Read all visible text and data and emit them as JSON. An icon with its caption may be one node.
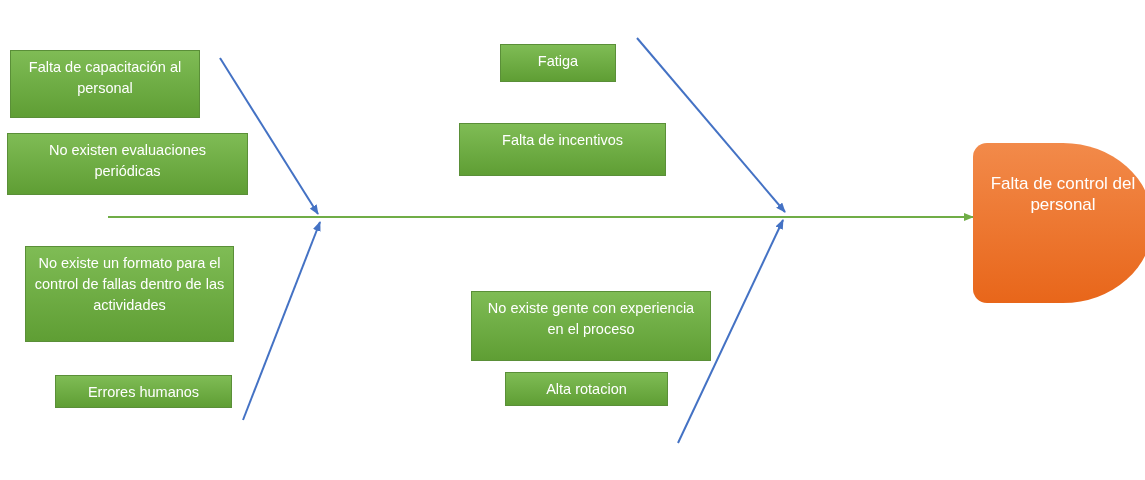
{
  "diagram": {
    "nodes": [
      {
        "text": [
          "Falta de capacitación al personal"
        ]
      },
      {
        "text": [
          "No existen evaluaciones periódicas"
        ]
      },
      {
        "text": [
          "No existe un formato para el control de fallas dentro de las actividades"
        ]
      },
      {
        "text": [
          "Errores humanos"
        ]
      },
      {
        "text": [
          "Fatiga"
        ]
      },
      {
        "text": [
          "Falta de incentivos"
        ]
      },
      {
        "text": [
          "No existe gente con experiencia en el proceso"
        ]
      },
      {
        "text": [
          "Alta rotacion"
        ]
      },
      {
        "text": [
          "Falta de control del personal"
        ]
      }
    ],
    "edges": [
      {
        "from": null,
        "to": 8,
        "arrow": "to"
      }
    ]
  }
}
